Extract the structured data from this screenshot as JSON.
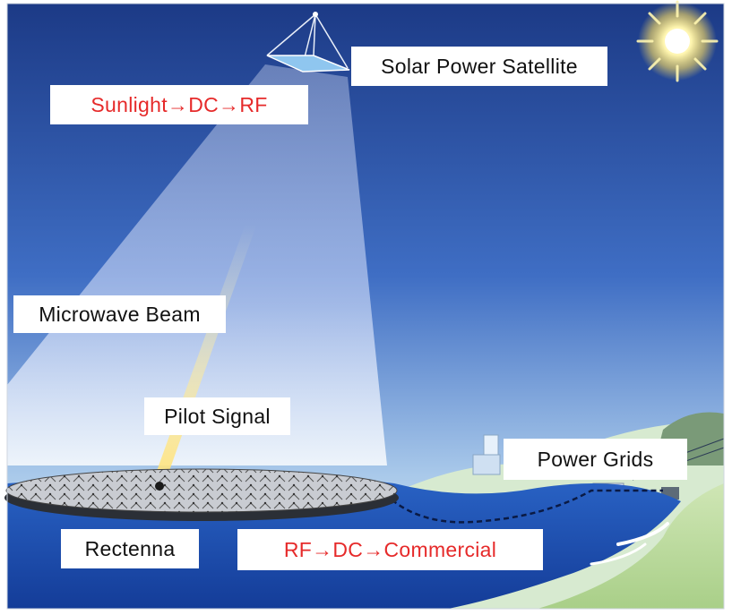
{
  "labels": {
    "satellite": "Solar Power Satellite",
    "sunlight": "Sunlight→DC→RF",
    "microwave": "Microwave Beam",
    "pilot": "Pilot Signal",
    "grids": "Power Grids",
    "rectenna": "Rectenna",
    "commercial": "RF→DC→Commercial"
  },
  "colors": {
    "sky_top": "#1c3a86",
    "sky_mid": "#3f6ec4",
    "sky_bottom": "#a9c9ea",
    "sea": "#1d4fb0",
    "land": "#b9d89a",
    "beam": "#e6ecff",
    "accent_text": "#e62a2a"
  },
  "icons": {
    "sun": "sun-icon",
    "satellite": "satellite-icon",
    "rectenna": "rectenna-array-icon",
    "power_plant": "power-plant-icon"
  }
}
